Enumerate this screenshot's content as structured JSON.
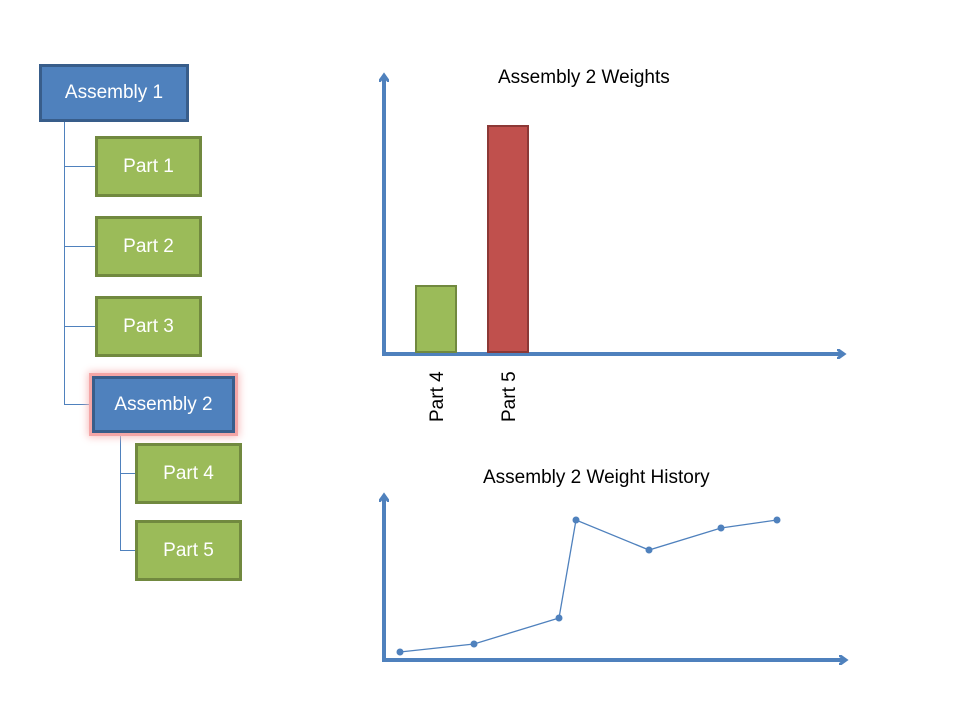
{
  "tree": {
    "root": "Assembly 1",
    "children": [
      "Part 1",
      "Part 2",
      "Part 3"
    ],
    "sub_assembly": "Assembly 2",
    "sub_children": [
      "Part 4",
      "Part 5"
    ]
  },
  "colors": {
    "assembly": "#4f81bd",
    "part": "#9bbb59",
    "highlight_bar": "#c0504d",
    "axis": "#4f81bd"
  },
  "chart_data": [
    {
      "type": "bar",
      "title": "Assembly 2 Weights",
      "categories": [
        "Part 4",
        "Part 5"
      ],
      "values": [
        66,
        226
      ],
      "colors": [
        "#9bbb59",
        "#c0504d"
      ],
      "ylim": [
        0,
        280
      ],
      "xlabel": "",
      "ylabel": ""
    },
    {
      "type": "line",
      "title": "Assembly 2 Weight History",
      "x": [
        16,
        90,
        175,
        192,
        265,
        337,
        393
      ],
      "y": [
        8,
        16,
        42,
        140,
        110,
        132,
        140
      ],
      "xlim": [
        0,
        456
      ],
      "ylim": [
        0,
        165
      ],
      "xlabel": "",
      "ylabel": ""
    }
  ]
}
